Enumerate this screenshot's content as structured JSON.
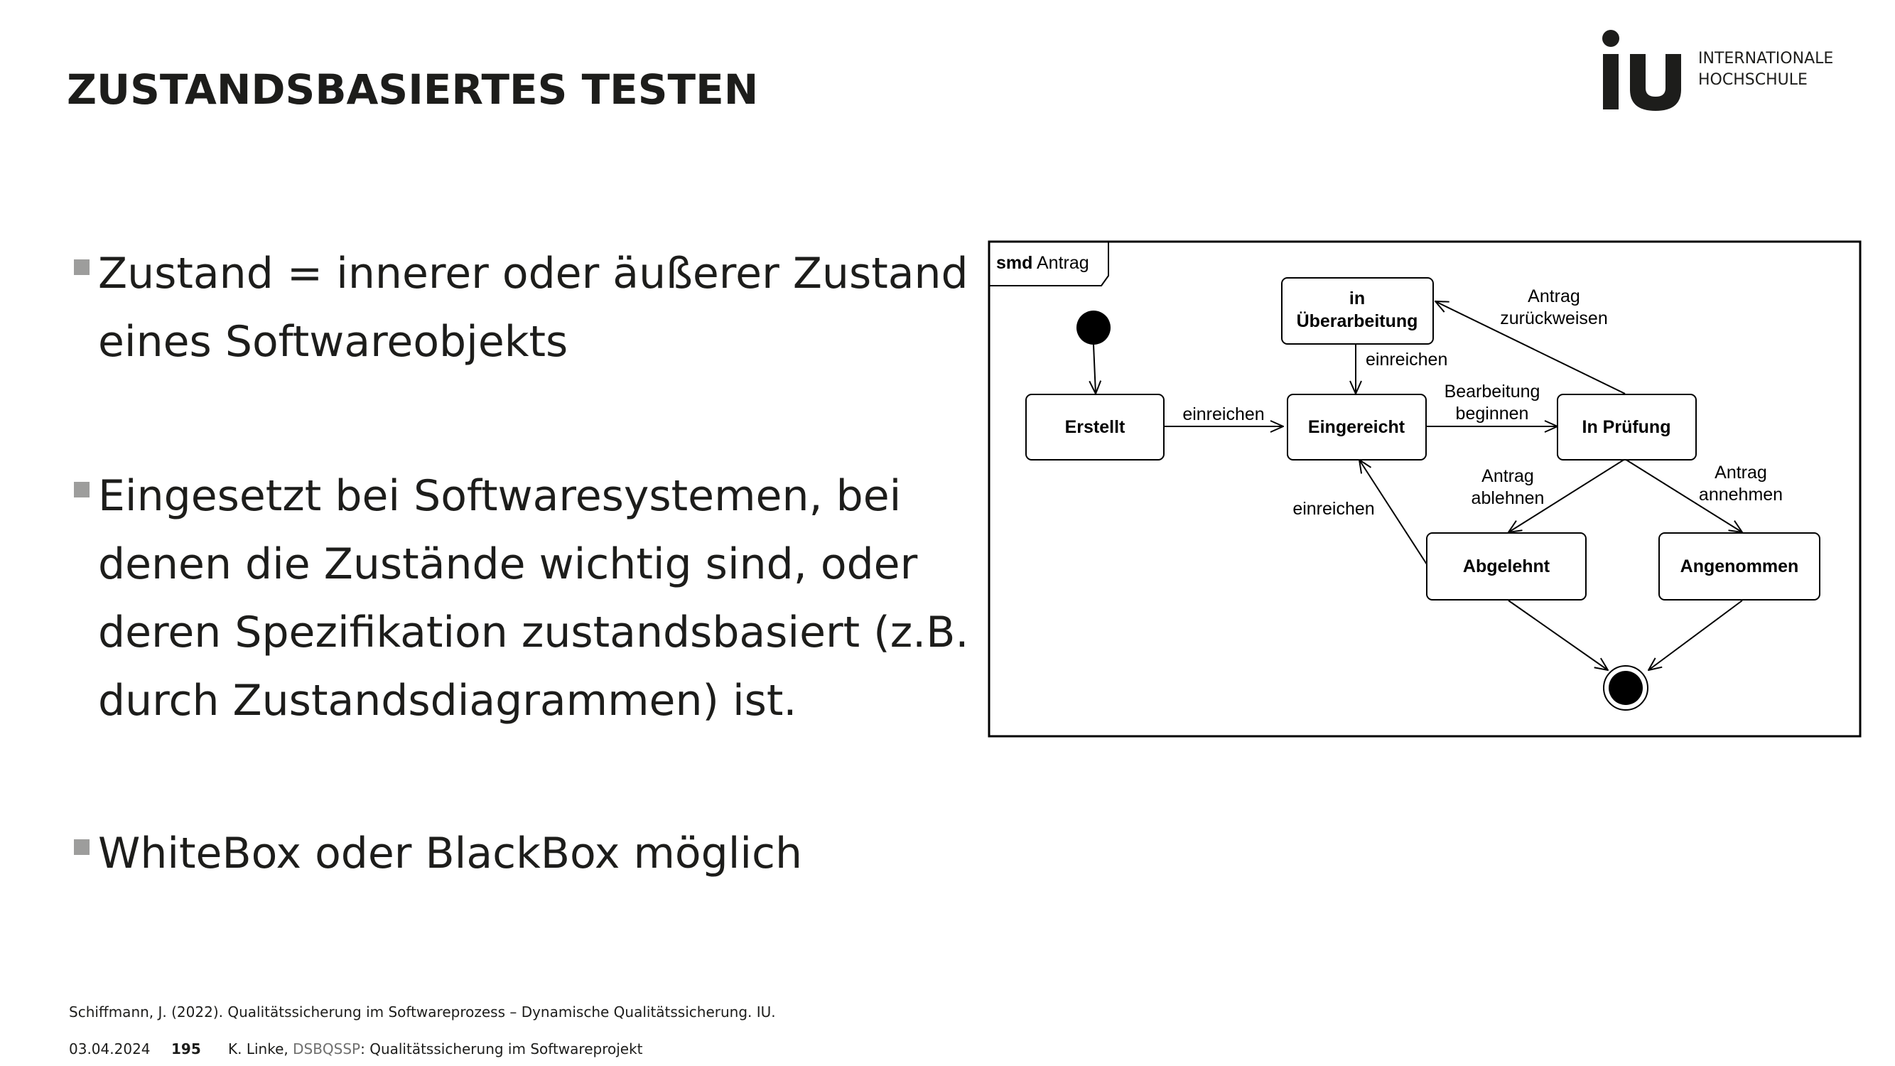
{
  "slide": {
    "title": "ZUSTANDSBASIERTES TESTEN"
  },
  "logo": {
    "mark": "iu",
    "line1": "INTERNATIONALE",
    "line2": "HOCHSCHULE"
  },
  "bullets": [
    {
      "lines": [
        "Zustand = innerer oder äußerer Zustand",
        "eines Softwareobjekts"
      ]
    },
    {
      "lines": [
        "Eingesetzt bei Softwaresystemen, bei",
        "denen die Zustände wichtig sind, oder",
        "deren Spezifikation zustandsbasiert (z.B.",
        "durch Zustandsdiagrammen) ist."
      ]
    },
    {
      "lines": [
        "WhiteBox oder BlackBox möglich"
      ]
    }
  ],
  "diagram": {
    "frame_keyword": "smd",
    "frame_name": "Antrag",
    "states": {
      "in_ueberarbeitung_1": "in",
      "in_ueberarbeitung_2": "Überarbeitung",
      "erstellt": "Erstellt",
      "eingereicht": "Eingereicht",
      "in_pruefung": "In Prüfung",
      "abgelehnt": "Abgelehnt",
      "angenommen": "Angenommen"
    },
    "transitions": {
      "erstellt_eingereicht": "einreichen",
      "ueberarbeitung_eingereicht": "einreichen",
      "bearbeitung_1": "Bearbeitung",
      "bearbeitung_2": "beginnen",
      "zurueckweisen_1": "Antrag",
      "zurueckweisen_2": "zurückweisen",
      "ablehnen_1": "Antrag",
      "ablehnen_2": "ablehnen",
      "annehmen_1": "Antrag",
      "annehmen_2": "annehmen",
      "abgelehnt_eingereicht": "einreichen"
    }
  },
  "footer": {
    "reference": "Schiffmann, J. (2022). Qualitätssicherung im Softwareprozess – Dynamische Qualitätssicherung. IU.",
    "date": "03.04.2024",
    "page": "195",
    "author": "K. Linke, ",
    "course_code": "DSBQSSP",
    "course_title": ": Qualitätssicherung im Softwareprojekt"
  }
}
